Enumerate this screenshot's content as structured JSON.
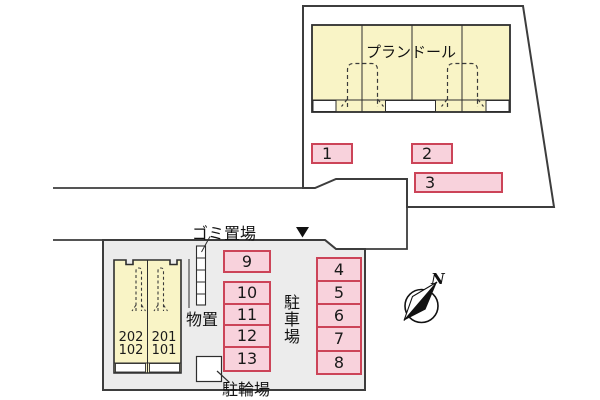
{
  "plan": {
    "building_upper": {
      "name_label": "プランドール"
    },
    "building_lower": {
      "left_unit": [
        "202",
        "102"
      ],
      "right_unit": [
        "201",
        "101"
      ]
    },
    "parking": {
      "area_label": "駐車場",
      "upper_spots": [
        "1",
        "2",
        "3"
      ],
      "right_column": [
        "4",
        "5",
        "6",
        "7",
        "8"
      ],
      "left_column": [
        "9",
        "10",
        "11",
        "12",
        "13"
      ]
    },
    "facilities": {
      "garbage_label": "ゴミ置場",
      "storage_label": "物置",
      "bicycle_label": "駐輪場"
    },
    "compass": {
      "north": "N"
    },
    "colors": {
      "building_fill": "#f9f4c6",
      "lower_parcel_fill": "#ececec",
      "spot_fill": "#f8d2dc",
      "spot_border": "#cc4458",
      "line": "#3d3d3d"
    }
  }
}
